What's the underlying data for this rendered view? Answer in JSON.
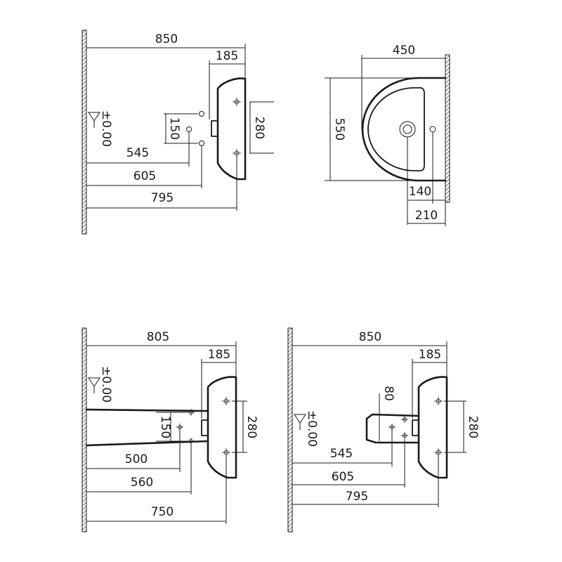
{
  "views": {
    "side_top": {
      "overall": "850",
      "depth": "185",
      "bracket_spacing": "280",
      "hole_spacing": "150",
      "dim_a": "545",
      "dim_b": "605",
      "dim_c": "795",
      "level": "±0.00"
    },
    "plan": {
      "width": "450",
      "length": "550",
      "tap_offset": "140",
      "waste_offset": "210"
    },
    "side_pedestal": {
      "overall": "805",
      "depth": "185",
      "bracket_spacing": "280",
      "hole_spacing": "150",
      "dim_a": "500",
      "dim_b": "560",
      "dim_c": "750",
      "level": "±0.00"
    },
    "side_semi_pedestal": {
      "overall": "850",
      "depth": "185",
      "bracket_spacing": "280",
      "trap_height": "80",
      "dim_a": "545",
      "dim_b": "605",
      "dim_c": "795",
      "level": "±0.00"
    }
  }
}
